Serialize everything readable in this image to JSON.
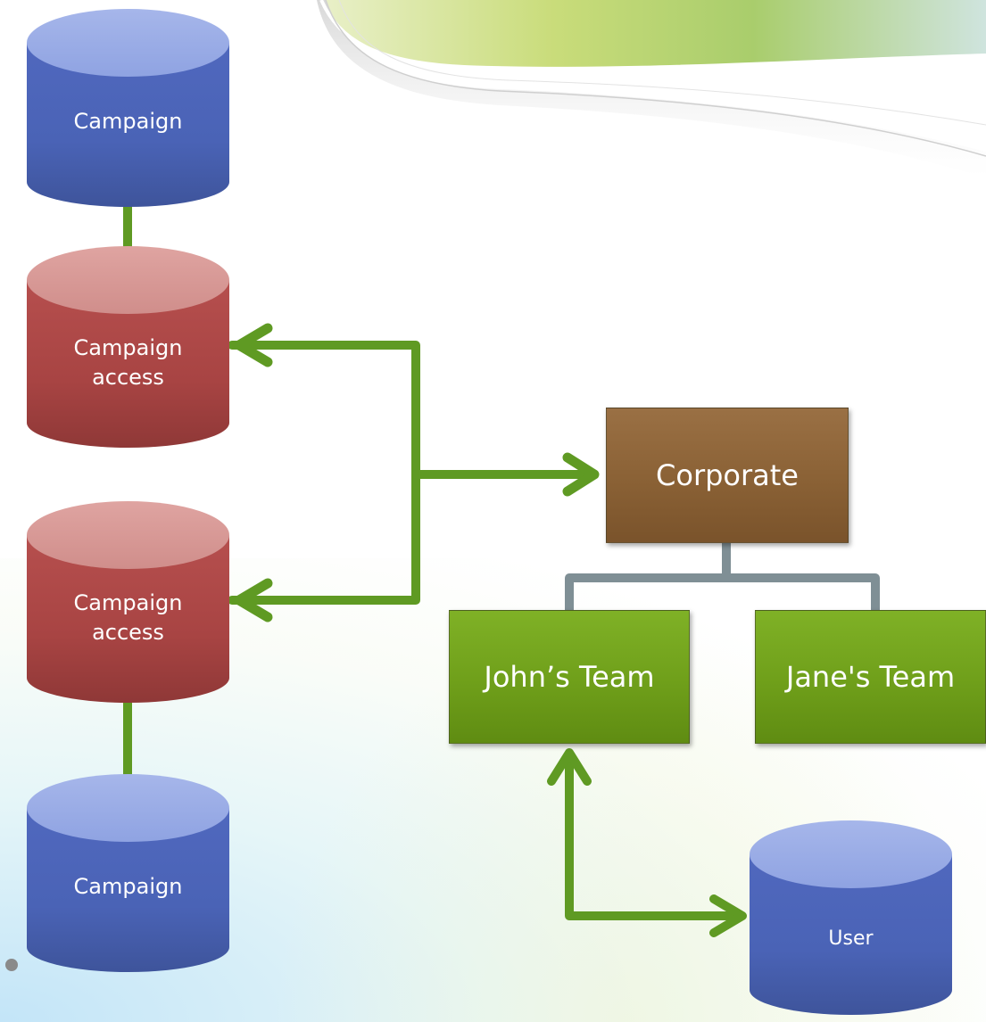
{
  "diagram": {
    "campaign_top": "Campaign",
    "campaign_access_top": [
      "Campaign",
      "access"
    ],
    "campaign_access_bottom": [
      "Campaign",
      "access"
    ],
    "campaign_bottom": "Campaign",
    "corporate": "Corporate",
    "johns_team": "John’s Team",
    "janes_team": "Jane's Team",
    "user": "User"
  },
  "colors": {
    "connector_green": "#5f9a23",
    "hierarchy_grey": "#7f8f95",
    "cylinder_blue": "#4a63b6",
    "cylinder_red": "#a84443",
    "box_brown": "#8a6135",
    "box_green": "#6f9f1a"
  }
}
